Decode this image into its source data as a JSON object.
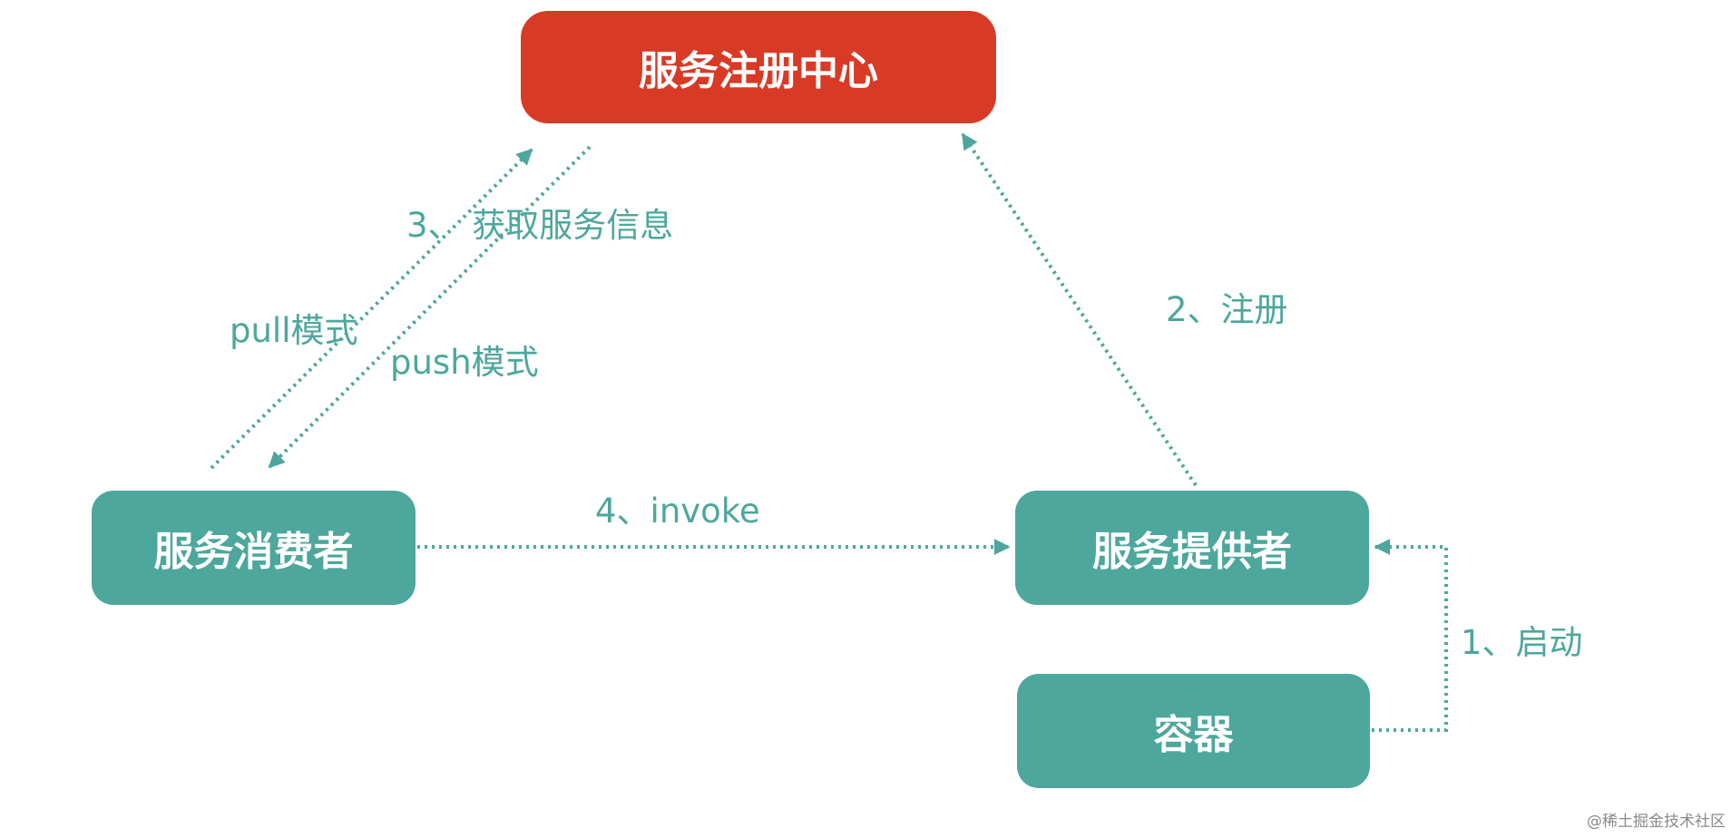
{
  "colors": {
    "registry": "#d93a26",
    "node": "#4da79c",
    "edge": "#4da79c",
    "label": "#4da79c",
    "background": "#ffffff"
  },
  "nodes": {
    "registry": "服务注册中心",
    "consumer": "服务消费者",
    "provider": "服务提供者",
    "container": "容器"
  },
  "edges": {
    "get_service_info": "3、 获取服务信息",
    "pull_mode": "pull模式",
    "push_mode": "push模式",
    "register": "2、注册",
    "invoke": "4、invoke",
    "start": "1、启动"
  },
  "watermark": "@稀土掘金技术社区"
}
